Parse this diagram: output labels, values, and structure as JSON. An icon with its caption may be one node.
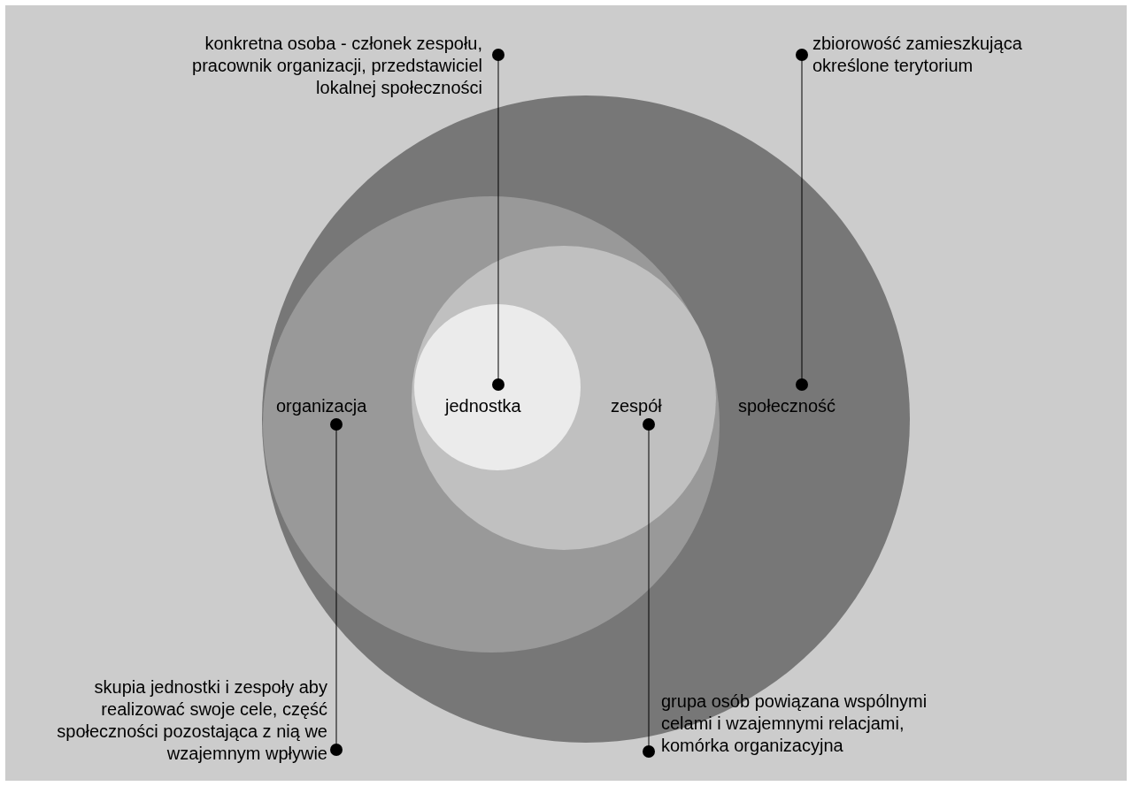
{
  "diagram": {
    "nodes": [
      {
        "text": [
          "społeczność"
        ]
      },
      {
        "text": [
          "organizacja"
        ],
        "in": 0
      },
      {
        "text": [
          "zespół"
        ],
        "in": 1
      },
      {
        "text": [
          "jednostka"
        ],
        "in": 2
      },
      {
        "text": [
          "konkretna osoba - członek zespołu, pracownik organizacji, przedstawiciel lokalnej społeczności"
        ]
      },
      {
        "text": [
          "zbiorowość zamieszkująca określone terytorium"
        ]
      },
      {
        "text": [
          "skupia jednostki i zespoły aby realizować swoje cele, część społeczności pozostająca z nią we wzajemnym wpływie"
        ]
      },
      {
        "text": [
          "grupa osób powiązana wspólnymi celami i wzajemnymi relacjami, komórka organizacyjna"
        ]
      }
    ],
    "edges": [
      {
        "from": 4,
        "to": 3,
        "arrow": "other"
      },
      {
        "from": 5,
        "to": 0,
        "arrow": "other"
      },
      {
        "from": 6,
        "to": 1,
        "arrow": "other"
      },
      {
        "from": 7,
        "to": 2,
        "arrow": "other"
      }
    ]
  }
}
